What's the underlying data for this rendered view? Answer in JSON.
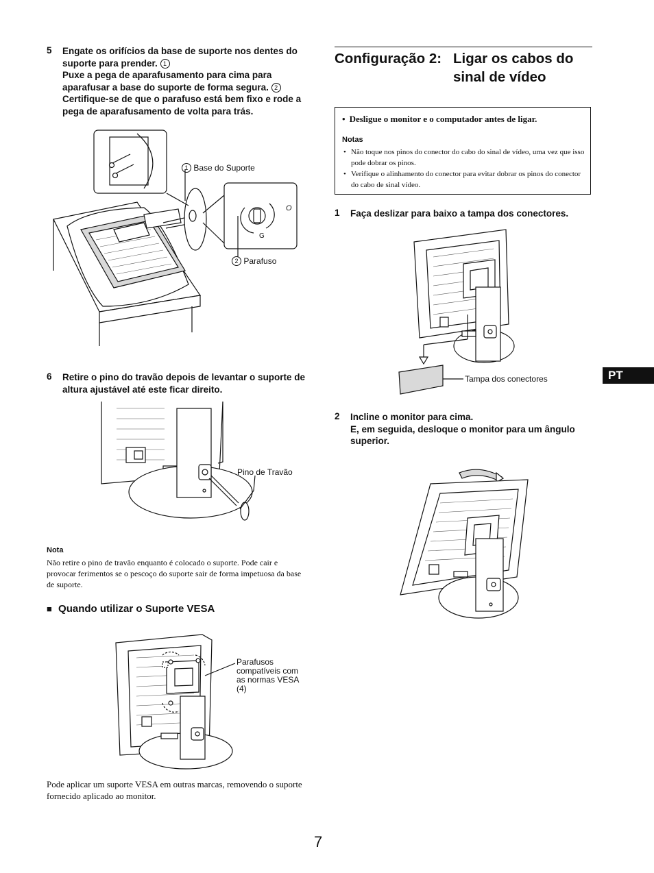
{
  "left_column": {
    "step5": {
      "number": "5",
      "line1": "Engate os orifícios da base de suporte nos dentes do suporte para prender.",
      "marker1": "1",
      "line2": "Puxe a pega de aparafusamento para cima para aparafusar a base do suporte de forma segura.",
      "marker2": "2",
      "line3": "Certifique-se de que o parafuso está bem fixo e rode a pega de aparafusamento de volta para trás."
    },
    "figure1": {
      "label_base_marker": "1",
      "label_base": "Base do Suporte",
      "label_screw_marker": "2",
      "label_screw": "Parafuso",
      "lock_open": "O",
      "lock_closed": "G"
    },
    "step6": {
      "number": "6",
      "text": "Retire o pino do travão depois de levantar o suporte de altura ajustável até este ficar direito."
    },
    "figure2": {
      "label_pin": "Pino de Travão"
    },
    "note": {
      "title": "Nota",
      "text": "Não retire o pino de travão enquanto é colocado o suporte. Pode cair e provocar ferimentos se o pescoço do suporte sair de forma impetuosa da base de suporte."
    },
    "vesa_section": {
      "bullet": "■",
      "heading": "Quando utilizar o Suporte VESA",
      "figure_label": "Parafusos compatíveis com as normas VESA (4)",
      "body": "Pode aplicar um suporte VESA em outras marcas, removendo o suporte fornecido aplicado ao monitor."
    }
  },
  "right_column": {
    "title_prefix": "Configuração 2:",
    "title_rest": "Ligar os cabos do sinal de vídeo",
    "warning": {
      "main": "Desligue o monitor e o computador antes de ligar.",
      "notes_title": "Notas",
      "notes": [
        "Não toque nos pinos do conector do cabo do sinal de vídeo, uma vez que isso pode dobrar os pinos.",
        "Verifique o alinhamento do conector para evitar dobrar os pinos do conector do cabo de sinal vídeo."
      ]
    },
    "step1": {
      "number": "1",
      "text": "Faça deslizar para baixo a tampa dos conectores.",
      "figure_label": "Tampa dos conectores"
    },
    "step2": {
      "number": "2",
      "line1": "Incline o monitor para cima.",
      "line2": "E, em seguida, desloque o monitor para um ângulo superior."
    }
  },
  "language_tab": "PT",
  "page_number": "7"
}
